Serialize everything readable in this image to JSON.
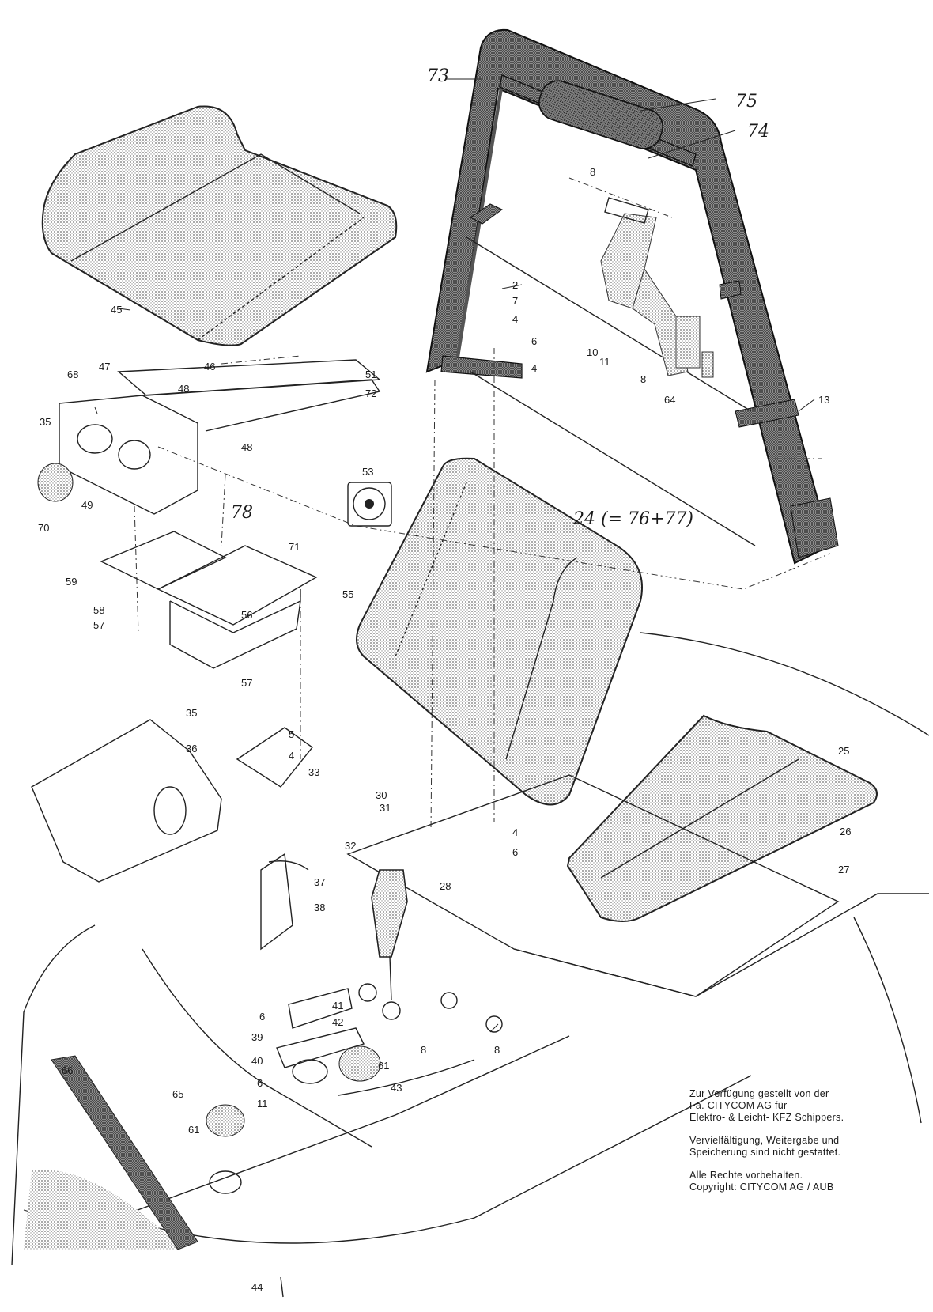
{
  "labels": [
    {
      "text": "73",
      "style": "hand"
    },
    {
      "text": "75",
      "style": "hand"
    },
    {
      "text": "74",
      "style": "hand"
    },
    {
      "text": "8"
    },
    {
      "text": "2"
    },
    {
      "text": "7"
    },
    {
      "text": "4"
    },
    {
      "text": "6"
    },
    {
      "text": "4"
    },
    {
      "text": "10"
    },
    {
      "text": "11"
    },
    {
      "text": "8"
    },
    {
      "text": "64"
    },
    {
      "text": "13"
    },
    {
      "text": "45"
    },
    {
      "text": "47"
    },
    {
      "text": "68"
    },
    {
      "text": "48"
    },
    {
      "text": "46"
    },
    {
      "text": "51"
    },
    {
      "text": "72"
    },
    {
      "text": "35"
    },
    {
      "text": "48"
    },
    {
      "text": "49"
    },
    {
      "text": "70"
    },
    {
      "text": "78",
      "style": "hand"
    },
    {
      "text": "53"
    },
    {
      "text": "24 (= 76+77)",
      "style": "hand"
    },
    {
      "text": "71"
    },
    {
      "text": "59"
    },
    {
      "text": "55"
    },
    {
      "text": "58"
    },
    {
      "text": "56"
    },
    {
      "text": "57"
    },
    {
      "text": "57"
    },
    {
      "text": "35"
    },
    {
      "text": "36"
    },
    {
      "text": "5"
    },
    {
      "text": "4"
    },
    {
      "text": "33"
    },
    {
      "text": "30"
    },
    {
      "text": "31"
    },
    {
      "text": "32"
    },
    {
      "text": "25"
    },
    {
      "text": "26"
    },
    {
      "text": "4"
    },
    {
      "text": "6"
    },
    {
      "text": "28"
    },
    {
      "text": "27"
    },
    {
      "text": "37"
    },
    {
      "text": "38"
    },
    {
      "text": "41"
    },
    {
      "text": "42"
    },
    {
      "text": "6"
    },
    {
      "text": "39"
    },
    {
      "text": "40"
    },
    {
      "text": "8"
    },
    {
      "text": "8"
    },
    {
      "text": "6"
    },
    {
      "text": "11"
    },
    {
      "text": "61"
    },
    {
      "text": "43"
    },
    {
      "text": "66"
    },
    {
      "text": "65"
    },
    {
      "text": "61"
    },
    {
      "text": "44"
    }
  ],
  "notice": {
    "line1": "Zur Verfügung gestellt von der",
    "line2": "Fa. CITYCOM AG für",
    "line3": "Elektro- & Leicht- KFZ Schippers.",
    "line4": "Vervielfältigung, Weitergabe und",
    "line5": "Speicherung sind nicht gestattet.",
    "line6": "Alle Rechte vorbehalten.",
    "line7": "Copyright: CITYCOM AG / AUB"
  },
  "colors": {
    "ink": "#222222",
    "stipple": "#8a8a8a",
    "paper": "#ffffff"
  }
}
